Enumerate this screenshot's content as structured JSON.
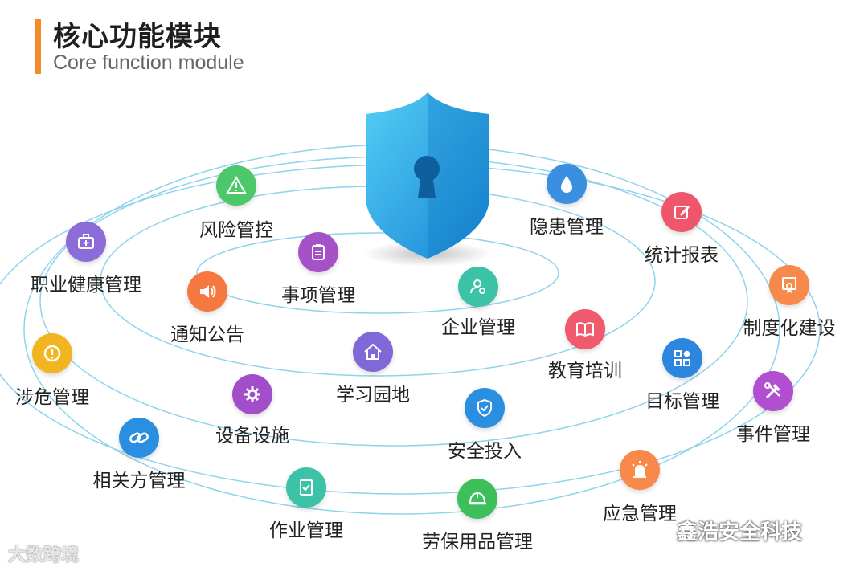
{
  "header": {
    "title_cn": "核心功能模块",
    "title_en": "Core function module"
  },
  "modules": [
    {
      "id": "risk-control",
      "label": "风险管控",
      "icon": "warning-icon",
      "color": "#4cc76a"
    },
    {
      "id": "hazard",
      "label": "隐患管理",
      "icon": "water-drop-icon",
      "color": "#3a8fe0"
    },
    {
      "id": "statistics",
      "label": "统计报表",
      "icon": "edit-icon",
      "color": "#f0566b"
    },
    {
      "id": "occupational-health",
      "label": "职业健康管理",
      "icon": "medical-kit-icon",
      "color": "#8b6cd8"
    },
    {
      "id": "matters",
      "label": "事项管理",
      "icon": "clipboard-icon",
      "color": "#a552c9"
    },
    {
      "id": "enterprise",
      "label": "企业管理",
      "icon": "user-settings-icon",
      "color": "#3cc2a6"
    },
    {
      "id": "system-building",
      "label": "制度化建设",
      "icon": "certificate-icon",
      "color": "#f78a4a"
    },
    {
      "id": "notice",
      "label": "通知公告",
      "icon": "speaker-icon",
      "color": "#f4783f"
    },
    {
      "id": "education",
      "label": "教育培训",
      "icon": "book-icon",
      "color": "#ef5a6c"
    },
    {
      "id": "hazardous",
      "label": "涉危管理",
      "icon": "alert-circle-icon",
      "color": "#f2b51f"
    },
    {
      "id": "study-garden",
      "label": "学习园地",
      "icon": "home-icon",
      "color": "#8068d8"
    },
    {
      "id": "target",
      "label": "目标管理",
      "icon": "grid-icon",
      "color": "#2c86e0"
    },
    {
      "id": "incident",
      "label": "事件管理",
      "icon": "tools-icon",
      "color": "#b14fd0"
    },
    {
      "id": "equipment",
      "label": "设备设施",
      "icon": "gear-icon",
      "color": "#a24ecb"
    },
    {
      "id": "safety-investment",
      "label": "安全投入",
      "icon": "shield-check-icon",
      "color": "#2a8fe0"
    },
    {
      "id": "related-party",
      "label": "相关方管理",
      "icon": "link-icon",
      "color": "#2a8fe0"
    },
    {
      "id": "work",
      "label": "作业管理",
      "icon": "document-check-icon",
      "color": "#3cc2a6"
    },
    {
      "id": "ppe",
      "label": "劳保用品管理",
      "icon": "helmet-icon",
      "color": "#3dbf5a"
    },
    {
      "id": "emergency",
      "label": "应急管理",
      "icon": "siren-icon",
      "color": "#f78a4a"
    }
  ],
  "watermarks": {
    "left": "大数跨境",
    "right": "鑫浩安全科技"
  },
  "colors": {
    "accent": "#f28c28",
    "ring": "#8fd3ec",
    "shield_light": "#4fc6f3",
    "shield_dark": "#1a8ed8"
  }
}
